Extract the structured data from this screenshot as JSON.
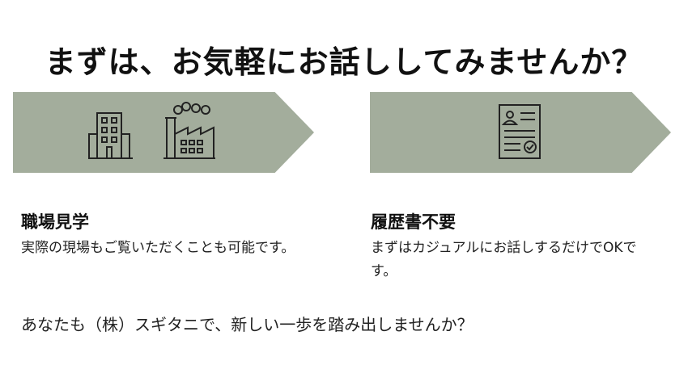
{
  "headline": "まずは、お気軽にお話ししてみませんか？",
  "features": [
    {
      "title": "職場見学",
      "description": "実際の現場もご覧いただくことも可能です。",
      "icons": [
        "office-building-icon",
        "factory-icon"
      ]
    },
    {
      "title": "履歴書不要",
      "description": "まずはカジュアルにお話しするだけでOKです。",
      "icons": [
        "resume-document-icon"
      ]
    }
  ],
  "footer_text": "あなたも（株）スギタニで、新しい一歩を踏み出しませんか？",
  "colors": {
    "banner": "#a3ad9c",
    "icon_stroke": "#222222"
  }
}
